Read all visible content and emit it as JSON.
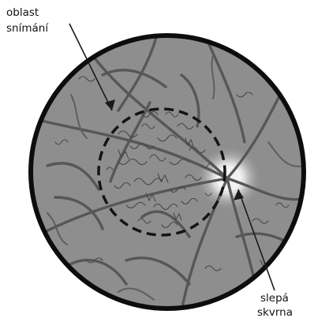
{
  "labels": {
    "scan_area": [
      "oblast",
      "snímání"
    ],
    "blind_spot": [
      "slepá",
      "skvrna"
    ]
  },
  "colors": {
    "retina_fill": "#8e8e8e",
    "outline": "#0d0d0d",
    "vessel": "#575757",
    "optic_disc": "#e6e6e6",
    "background": "#ffffff"
  }
}
